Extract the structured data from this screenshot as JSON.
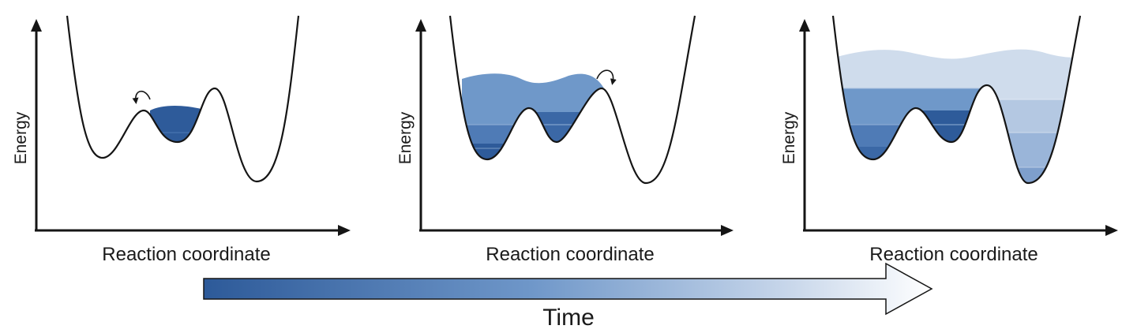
{
  "panels": [
    {
      "ylabel": "Energy",
      "xlabel": "Reaction coordinate"
    },
    {
      "ylabel": "Energy",
      "xlabel": "Reaction coordinate"
    },
    {
      "ylabel": "Energy",
      "xlabel": "Reaction coordinate"
    }
  ],
  "time_arrow": {
    "label": "Time"
  },
  "colors": {
    "dark_blue": "#2e5b9a",
    "mid_blue": "#5f8cc0",
    "light_blue": "#8eaed4",
    "pale_blue": "#c9d8ea",
    "curve": "#151515"
  }
}
